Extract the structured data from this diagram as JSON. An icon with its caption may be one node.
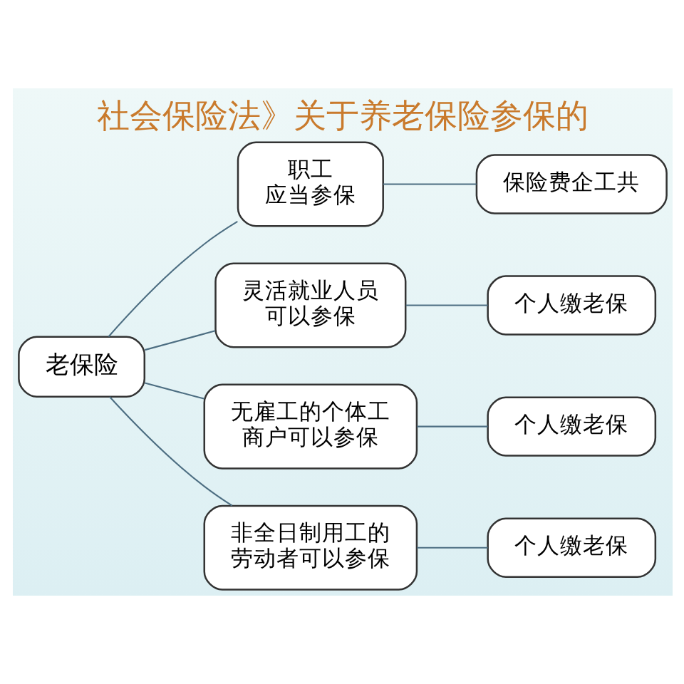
{
  "diagram": {
    "title": "社会保险法》关于养老保险参保的",
    "nodes": [
      {
        "text": [
          "老保险"
        ]
      },
      {
        "text": [
          "职工",
          "应当参保"
        ]
      },
      {
        "text": [
          "灵活就业人员",
          "可以参保"
        ]
      },
      {
        "text": [
          "无雇工的个体工商户可以参保"
        ]
      },
      {
        "text": [
          "非全日制用工的劳动者可以参保"
        ]
      },
      {
        "text": [
          "保险费企工共"
        ]
      },
      {
        "text": [
          "个人缴老保"
        ]
      },
      {
        "text": [
          "个人缴老保"
        ]
      },
      {
        "text": [
          "个人缴老保"
        ]
      }
    ],
    "edges": [
      {
        "from": 0,
        "to": 1,
        "arrow": "none"
      },
      {
        "from": 0,
        "to": 2,
        "arrow": "none"
      },
      {
        "from": 0,
        "to": 3,
        "arrow": "none"
      },
      {
        "from": 0,
        "to": 4,
        "arrow": "none"
      },
      {
        "from": 1,
        "to": 5,
        "arrow": "none"
      },
      {
        "from": 2,
        "to": 6,
        "arrow": "none"
      },
      {
        "from": 3,
        "to": 7,
        "arrow": "none"
      },
      {
        "from": 4,
        "to": 8,
        "arrow": "none"
      }
    ]
  }
}
